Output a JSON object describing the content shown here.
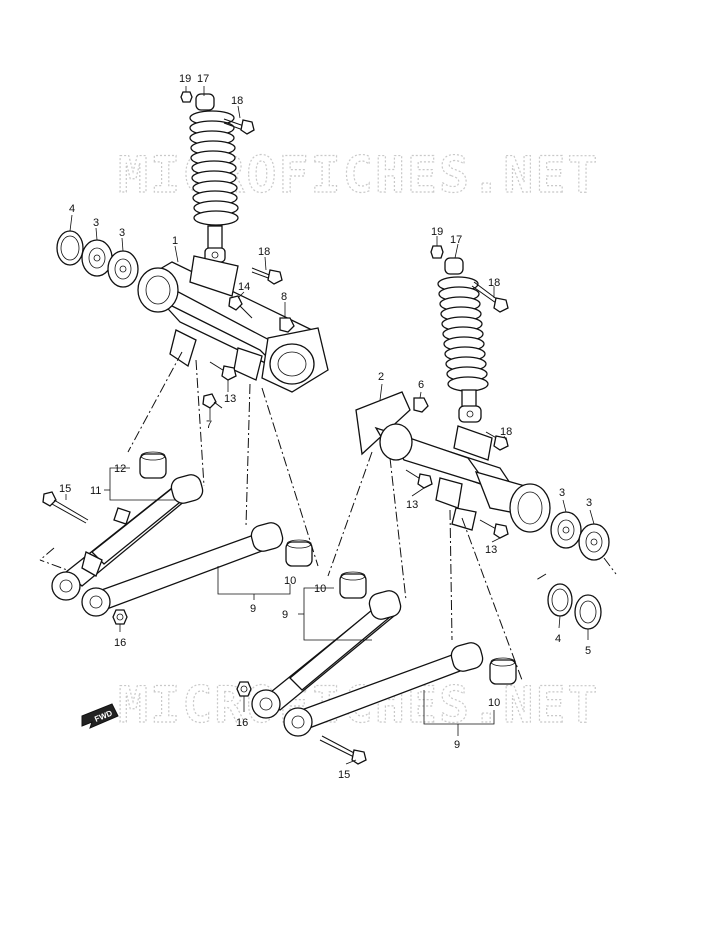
{
  "watermark": {
    "top": "MICROFICHES.NET",
    "bottom": "MICROFICHES.NET"
  },
  "direction_label": "FWD",
  "callouts": [
    {
      "id": "c19a",
      "text": "19"
    },
    {
      "id": "c17a",
      "text": "17"
    },
    {
      "id": "c18a",
      "text": "18"
    },
    {
      "id": "c4a",
      "text": "4"
    },
    {
      "id": "c3a",
      "text": "3"
    },
    {
      "id": "c3b",
      "text": "3"
    },
    {
      "id": "c1",
      "text": "1"
    },
    {
      "id": "c18b",
      "text": "18"
    },
    {
      "id": "c14",
      "text": "14"
    },
    {
      "id": "c8",
      "text": "8"
    },
    {
      "id": "c13a",
      "text": "13"
    },
    {
      "id": "c7",
      "text": "7"
    },
    {
      "id": "c12",
      "text": "12"
    },
    {
      "id": "c11",
      "text": "11"
    },
    {
      "id": "c15a",
      "text": "15"
    },
    {
      "id": "c10a",
      "text": "10"
    },
    {
      "id": "c9a",
      "text": "9"
    },
    {
      "id": "c16a",
      "text": "16"
    },
    {
      "id": "c19b",
      "text": "19"
    },
    {
      "id": "c17b",
      "text": "17"
    },
    {
      "id": "c18c",
      "text": "18"
    },
    {
      "id": "c2",
      "text": "2"
    },
    {
      "id": "c6",
      "text": "6"
    },
    {
      "id": "c18d",
      "text": "18"
    },
    {
      "id": "c13b",
      "text": "13"
    },
    {
      "id": "c13c",
      "text": "13"
    },
    {
      "id": "c3c",
      "text": "3"
    },
    {
      "id": "c3d",
      "text": "3"
    },
    {
      "id": "c4b",
      "text": "4"
    },
    {
      "id": "c5",
      "text": "5"
    },
    {
      "id": "c10b",
      "text": "10"
    },
    {
      "id": "c9b",
      "text": "9"
    },
    {
      "id": "c10c",
      "text": "10"
    },
    {
      "id": "c16b",
      "text": "16"
    },
    {
      "id": "c9c",
      "text": "9"
    },
    {
      "id": "c15b",
      "text": "15"
    }
  ]
}
